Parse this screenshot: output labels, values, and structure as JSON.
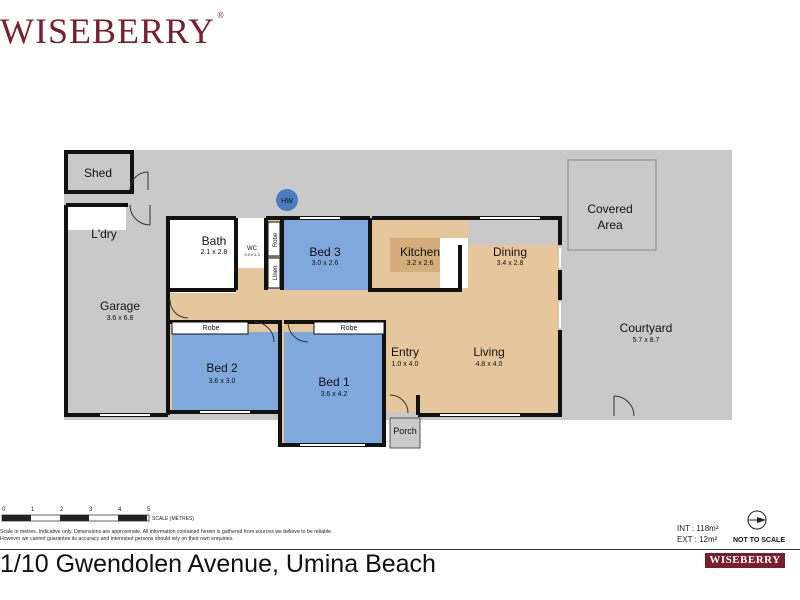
{
  "brand": {
    "name": "WISEBERRY",
    "color": "#7a1d2c"
  },
  "rooms": {
    "shed": {
      "name": "Shed"
    },
    "laundry": {
      "name": "L'dry"
    },
    "garage": {
      "name": "Garage",
      "dims": "3.6 x 6.8"
    },
    "bath": {
      "name": "Bath",
      "dims": "2.1 x 2.8"
    },
    "wc": {
      "name": "WC",
      "dims": "0.9 x 1.3"
    },
    "robe_bath": {
      "name": "Robe"
    },
    "linen": {
      "name": "Linen"
    },
    "bed3": {
      "name": "Bed 3",
      "dims": "3.0 x 2.6"
    },
    "kitchen": {
      "name": "Kitchen",
      "dims": "3.2 x 2.6"
    },
    "dining": {
      "name": "Dining",
      "dims": "3.4 x 2.8"
    },
    "covered": {
      "name1": "Covered",
      "name2": "Area"
    },
    "courtyard": {
      "name": "Courtyard",
      "dims": "5.7 x 8.7"
    },
    "bed2": {
      "name": "Bed 2",
      "dims": "3.6 x 3.0",
      "robe": "Robe"
    },
    "bed1": {
      "name": "Bed 1",
      "dims": "3.6 x 4.2",
      "robe": "Robe"
    },
    "entry": {
      "name": "Entry",
      "dims": "1.0 x 4.0"
    },
    "living": {
      "name": "Living",
      "dims": "4.8 x 4.0"
    },
    "porch": {
      "name": "Porch"
    },
    "hw": {
      "name": "HW"
    }
  },
  "scale": {
    "ticks": [
      "0",
      "1",
      "2",
      "3",
      "4",
      "5"
    ],
    "label": "SCALE (METRES)"
  },
  "disclaimer": "Scale in metres. Indicative only. Dimensions are approximate. All information contained herein is gathered from sources we believe to be reliable. However we cannot guarantee its accuracy and interested persons should rely on their own enquiries.",
  "areas": {
    "int": "INT : 118m²",
    "ext": "EXT : 12m²"
  },
  "not_to_scale": "NOT TO SCALE",
  "address": "1/10 Gwendolen Avenue, Umina Beach",
  "colors": {
    "floor": "#e6c79d",
    "bedroom": "#7fa9dc",
    "outdoor": "#c9c9c9",
    "wall": "#111111"
  }
}
